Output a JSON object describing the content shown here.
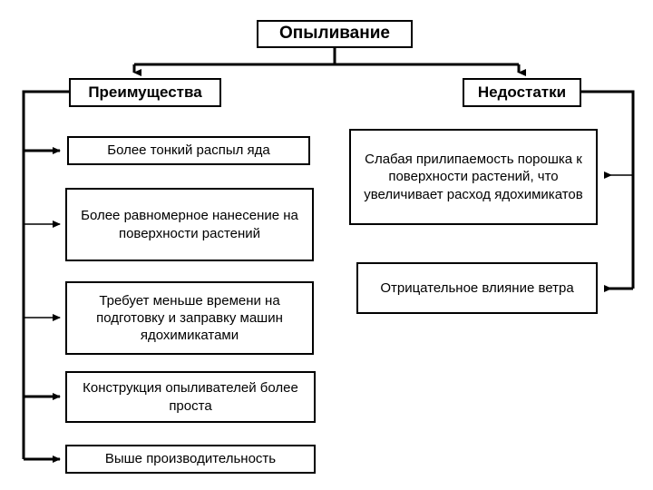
{
  "diagram": {
    "title": "Опыливание",
    "branches": {
      "advantages_label": "Преимущества",
      "disadvantages_label": "Недостатки"
    },
    "advantages": [
      {
        "text": "Более тонкий распыл яда"
      },
      {
        "text": "Более равномерное нанесение на поверхности растений"
      },
      {
        "text": "Требует меньше времени на подготовку и заправку машин ядохимикатами"
      },
      {
        "text": "Конструкция опыливателей более проста"
      },
      {
        "text": "Выше производительность"
      }
    ],
    "disadvantages": [
      {
        "text": "Слабая прилипаемость порошка к поверхности растений, что увеличивает расход ядохимикатов"
      },
      {
        "text": "Отрицательное влияние ветра"
      }
    ],
    "colors": {
      "line": "#000000",
      "box_border": "#000000",
      "background": "#ffffff",
      "text": "#000000"
    }
  }
}
